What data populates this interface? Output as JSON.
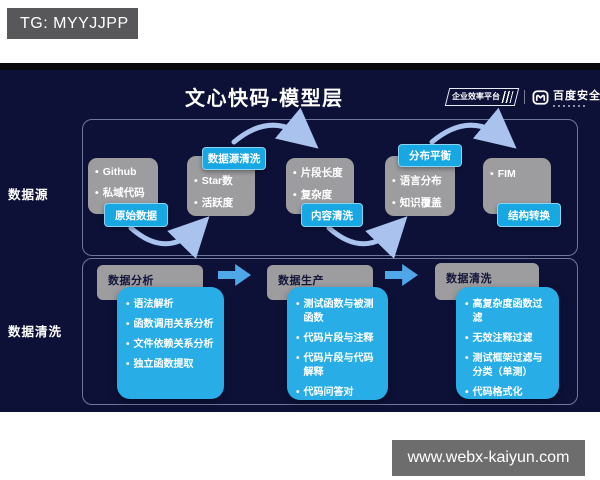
{
  "overlay": {
    "tg_label": "TG: MYYJJPP",
    "watermark": "www.webx-kaiyun.com"
  },
  "slide": {
    "title": "文心快码-模型层",
    "badge": "企业效率平台",
    "brand": "百度安全",
    "bullet": "•",
    "row_labels": [
      "数据源",
      "数据清洗"
    ],
    "source_flow": {
      "nodes": [
        {
          "items": [
            "Github",
            "私域代码"
          ],
          "tag": "原始数据"
        },
        {
          "items": [
            "Star数",
            "活跃度"
          ],
          "tag": "数据源清洗"
        },
        {
          "items": [
            "片段长度",
            "复杂度"
          ],
          "tag": "内容清洗"
        },
        {
          "items": [
            "语言分布",
            "知识覆盖"
          ],
          "tag": "分布平衡"
        },
        {
          "items": [
            "FIM"
          ],
          "tag": "结构转换"
        }
      ]
    },
    "pipeline": {
      "columns": [
        {
          "header": "数据分析",
          "items": [
            "语法解析",
            "函数调用关系分析",
            "文件依赖关系分析",
            "独立函数提取"
          ]
        },
        {
          "header": "数据生产",
          "items": [
            "测试函数与被测函数",
            "代码片段与注释",
            "代码片段与代码解释",
            "代码问答对"
          ]
        },
        {
          "header": "数据清洗",
          "items": [
            "高复杂度函数过滤",
            "无效注释过滤",
            "测试框架过滤与分类（单测）",
            "代码格式化"
          ]
        }
      ]
    }
  },
  "colors": {
    "navy_bg": "#0d1138",
    "cyan_tag": "#17a7e3",
    "blue_box": "#29ade7",
    "gray_box": "#9d9da0",
    "curve_arrow": "#a9c3ee",
    "block_arrow": "#4fa7e8"
  }
}
